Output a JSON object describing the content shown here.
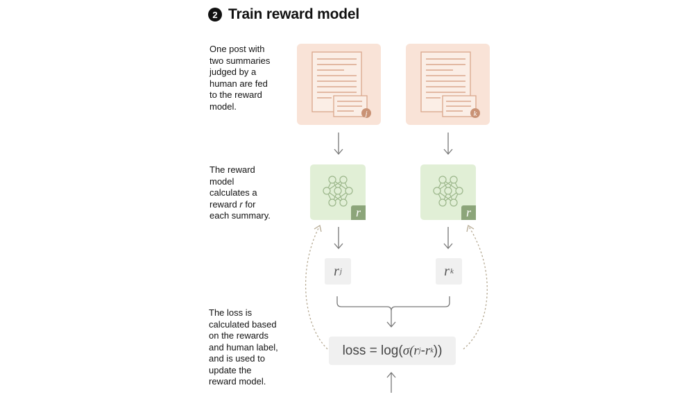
{
  "header": {
    "step_number": "2",
    "title": "Train reward model"
  },
  "descriptions": {
    "feed": [
      "One post with",
      "two summaries",
      "judged by a",
      "human are fed",
      "to the reward",
      "model."
    ],
    "reward": [
      "The reward",
      "model",
      "calculates a",
      "reward",
      "r",
      "for",
      "each summary."
    ],
    "loss": [
      "The loss is",
      "calculated based",
      "on the rewards",
      "and human label,",
      "and is used to",
      "update the",
      "reward model."
    ]
  },
  "documents": [
    {
      "badge": "j"
    },
    {
      "badge": "k"
    }
  ],
  "models": [
    {
      "badge": "r"
    },
    {
      "badge": "r"
    }
  ],
  "rewards": [
    {
      "symbol": "r",
      "subscript": "j"
    },
    {
      "symbol": "r",
      "subscript": "k"
    }
  ],
  "loss": {
    "prefix": "loss = log(",
    "sigma": "σ",
    "open": "(",
    "r1": "r",
    "sub1": "j",
    "minus": " - ",
    "r2": "r",
    "sub2": "k",
    "suffix": "))"
  },
  "colors": {
    "document_bg": "#f9e3d7",
    "document_lines": "#d9a68b",
    "document_badge": "#c99275",
    "model_bg": "#e1efd6",
    "model_badge": "#8ca57a",
    "value_box_bg": "#f0f0f0",
    "arrow": "#777777",
    "feedback_arrow": "#b5a992"
  },
  "icons": [
    "document-icon",
    "neural-network-icon",
    "down-arrow-icon",
    "up-arrow-icon",
    "feedback-arrow-icon"
  ]
}
